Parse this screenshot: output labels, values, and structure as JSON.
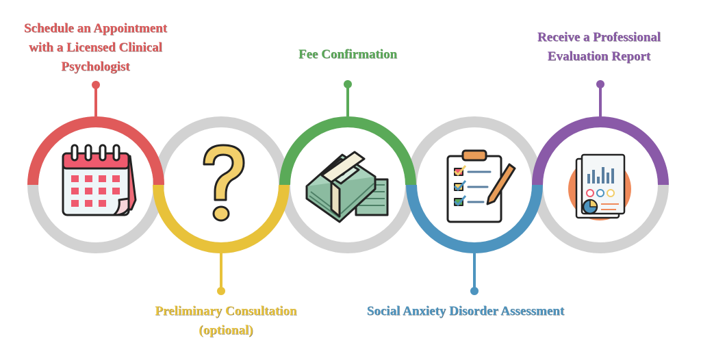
{
  "steps": [
    {
      "label": "Schedule an Appointment\nwith a Licensed Clinical\nPsychologist",
      "color": "#e05a5a",
      "icon": "calendar-icon"
    },
    {
      "label": "Preliminary Consultation\n(optional)",
      "color": "#e8c23a",
      "icon": "question-mark-icon"
    },
    {
      "label": "Fee Confirmation",
      "color": "#5aaa58",
      "icon": "money-stack-icon"
    },
    {
      "label": "Social Anxiety Disorder Assessment",
      "color": "#4d94bf",
      "icon": "clipboard-checklist-icon"
    },
    {
      "label": "Receive a Professional\nEvaluation Report",
      "color": "#8a5aa8",
      "icon": "report-document-icon"
    }
  ],
  "ring_gray": "#d2d2d2"
}
